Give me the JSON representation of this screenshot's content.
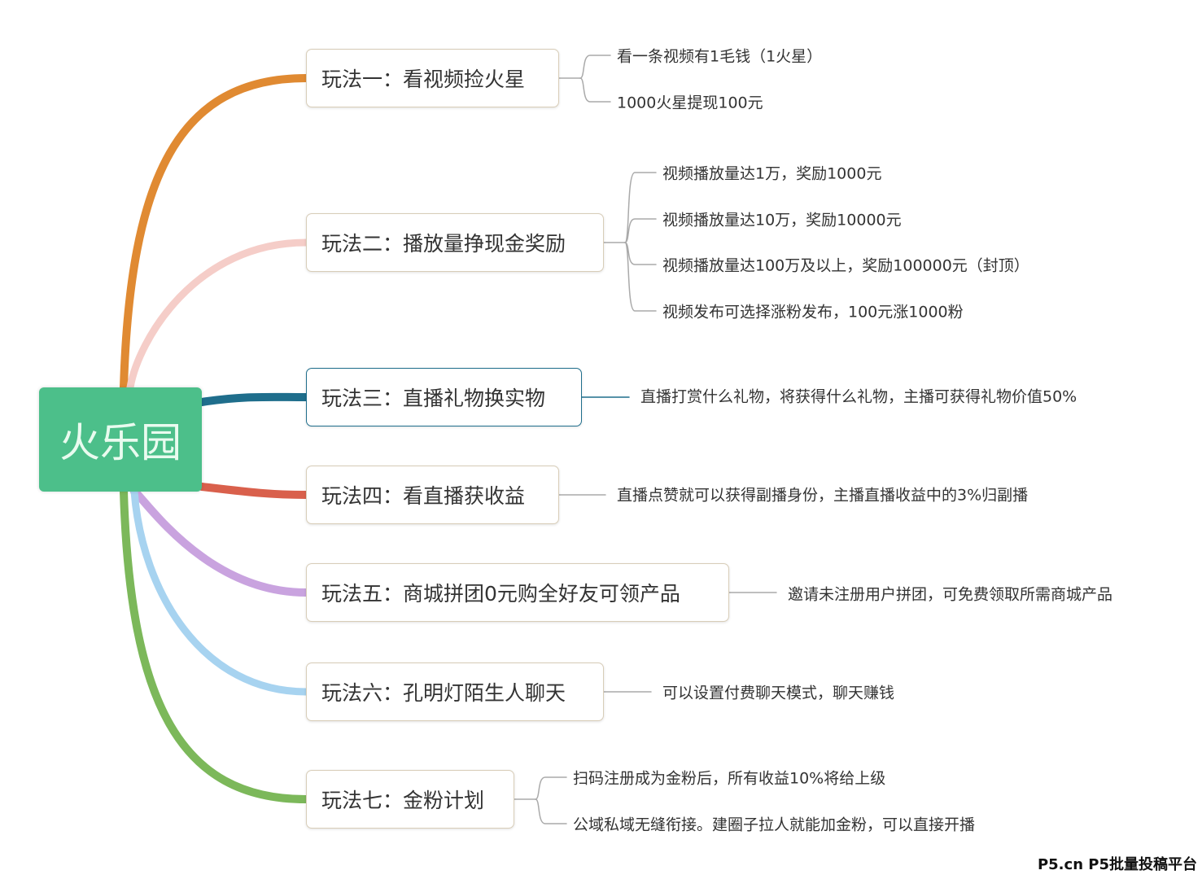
{
  "center": {
    "label": "火乐园",
    "color": "#4cbf8a"
  },
  "branches": [
    {
      "label": "玩法一：看视频捡火星",
      "color": "#e08a32",
      "leaves": [
        "看一条视频有1毛钱（1火星）",
        "1000火星提现100元"
      ]
    },
    {
      "label": "玩法二：播放量挣现金奖励",
      "color": "#f5cdc8",
      "leaves": [
        "视频播放量达1万，奖励1000元",
        "视频播放量达10万，奖励10000元",
        "视频播放量达100万及以上，奖励100000元（封顶）",
        "视频发布可选择涨粉发布，100元涨1000粉"
      ]
    },
    {
      "label": "玩法三：直播礼物换实物",
      "color": "#1f6e8c",
      "leaves": [
        "直播打赏什么礼物，将获得什么礼物，主播可获得礼物价值50%"
      ]
    },
    {
      "label": "玩法四：看直播获收益",
      "color": "#d9604c",
      "leaves": [
        "直播点赞就可以获得副播身份，主播直播收益中的3%归副播"
      ]
    },
    {
      "label": "玩法五：商城拼团0元购全好友可领产品",
      "color": "#c9a3df",
      "leaves": [
        "邀请未注册用户拼团，可免费领取所需商城产品"
      ]
    },
    {
      "label": "玩法六：孔明灯陌生人聊天",
      "color": "#a7d3f0",
      "leaves": [
        "可以设置付费聊天模式，聊天赚钱"
      ]
    },
    {
      "label": "玩法七：金粉计划",
      "color": "#7cb85a",
      "leaves": [
        "扫码注册成为金粉后，所有收益10%将给上级",
        "公域私域无缝衔接。建圈子拉人就能加金粉，可以直接开播"
      ]
    }
  ],
  "watermark": "P5.cn P5批量投稿平台"
}
